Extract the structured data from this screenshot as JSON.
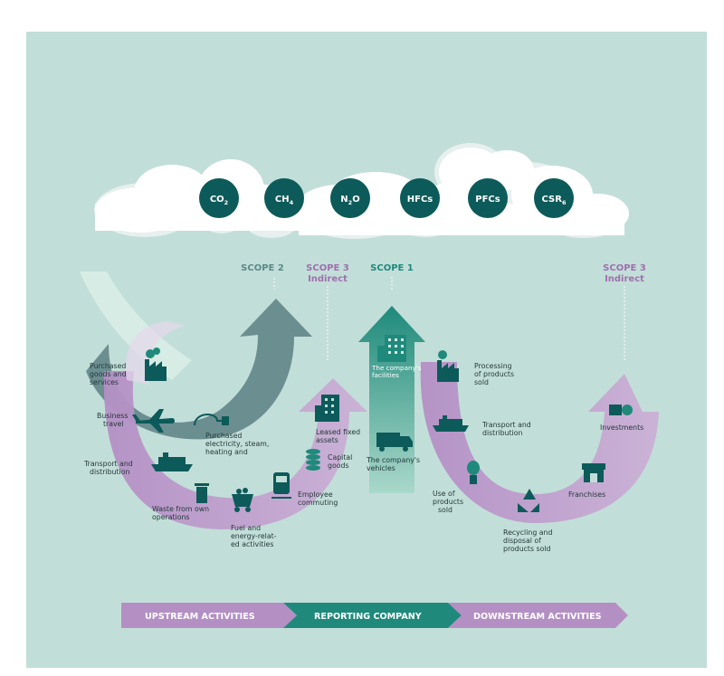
{
  "gases": [
    {
      "main": "CO",
      "sub": "2"
    },
    {
      "main": "CH",
      "sub": "4"
    },
    {
      "main": "N",
      "sub": "2",
      "tail": "O"
    },
    {
      "main": "HFCs",
      "sub": ""
    },
    {
      "main": "PFCs",
      "sub": ""
    },
    {
      "main": "CSR",
      "sub": "6"
    }
  ],
  "scopes": {
    "scope2": "SCOPE 2",
    "scope3_left_line1": "SCOPE 3",
    "scope3_left_line2": "Indirect",
    "scope1": "SCOPE 1",
    "scope3_right_line1": "SCOPE 3",
    "scope3_right_line2": "Indirect"
  },
  "upstream": {
    "purchased_goods": [
      "Purchased",
      "goods and",
      "services"
    ],
    "business_travel": [
      "Business",
      "travel"
    ],
    "transport": [
      "Transport and",
      "distribution"
    ],
    "waste": [
      "Waste from own",
      "operations"
    ],
    "fuel": [
      "Fuel and",
      "energy-relat-",
      "ed activities"
    ],
    "employee": [
      "Employee",
      "commuting"
    ],
    "capital": [
      "Capital",
      "goods"
    ],
    "leased": [
      "Leased fixed",
      "assets"
    ],
    "electricity": [
      "Purchased",
      "electricity, steam,",
      "heating and"
    ]
  },
  "company": {
    "facilities": [
      "The company's",
      "facilities"
    ],
    "vehicles": [
      "The company's",
      "vehicles"
    ]
  },
  "downstream": {
    "processing": [
      "Processing",
      "of products",
      "sold"
    ],
    "transport": [
      "Transport and",
      "distribution"
    ],
    "investments": "Investments",
    "use": [
      "Use of",
      "products",
      "sold"
    ],
    "recycling": [
      "Recycling and",
      "disposal of",
      "products sold"
    ],
    "franchises": "Franchises"
  },
  "bar": {
    "upstream": "UPSTREAM ACTIVITIES",
    "reporting": "REPORTING COMPANY",
    "downstream": "DOWNSTREAM ACTIVITIES"
  },
  "colors": {
    "background": "#c2ded8",
    "teal_dark": "#0d5a5a",
    "teal_mid": "#1f8a7b",
    "slate": "#6b8e90",
    "purple": "#b38fc4",
    "purple_light": "#d6c0de",
    "mint_light": "#d8ede6"
  }
}
